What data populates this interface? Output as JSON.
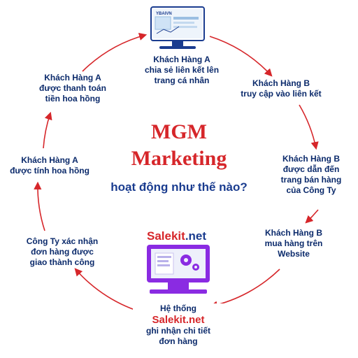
{
  "center": {
    "line1": "MGM",
    "line2": "Marketing",
    "line3": "hoạt động như thế nào?"
  },
  "brand": {
    "main": "Salekit",
    "suffix": ".net",
    "monitor_logo": "YBAIVN"
  },
  "steps": [
    {
      "lines": [
        "Khách Hàng A",
        "chia sẻ liên kết lên",
        "trang cá nhân"
      ]
    },
    {
      "lines": [
        "Khách Hàng B",
        "truy cập vào liên kết"
      ]
    },
    {
      "lines": [
        "Khách Hàng B",
        "được dẫn đến",
        "trang bán hàng",
        "của Công Ty"
      ]
    },
    {
      "lines": [
        "Khách Hàng B",
        "mua hàng trên",
        "Website"
      ]
    },
    {
      "lines": [
        "Hệ thống",
        "Salekit.net",
        "ghi nhận chi tiết",
        "đơn hàng"
      ]
    },
    {
      "lines": [
        "Công Ty xác nhận",
        "đơn hàng được",
        "giao thành công"
      ]
    },
    {
      "lines": [
        "Khách Hàng A",
        "được tính hoa hồng"
      ]
    },
    {
      "lines": [
        "Khách Hàng A",
        "được thanh toán",
        "tiền hoa hồng"
      ]
    }
  ],
  "colors": {
    "arrow": "#d6262a",
    "text": "#0b2a6b",
    "monitor": "#8a2be2",
    "title": "#d6262a",
    "subtitle": "#1a3c8f"
  }
}
